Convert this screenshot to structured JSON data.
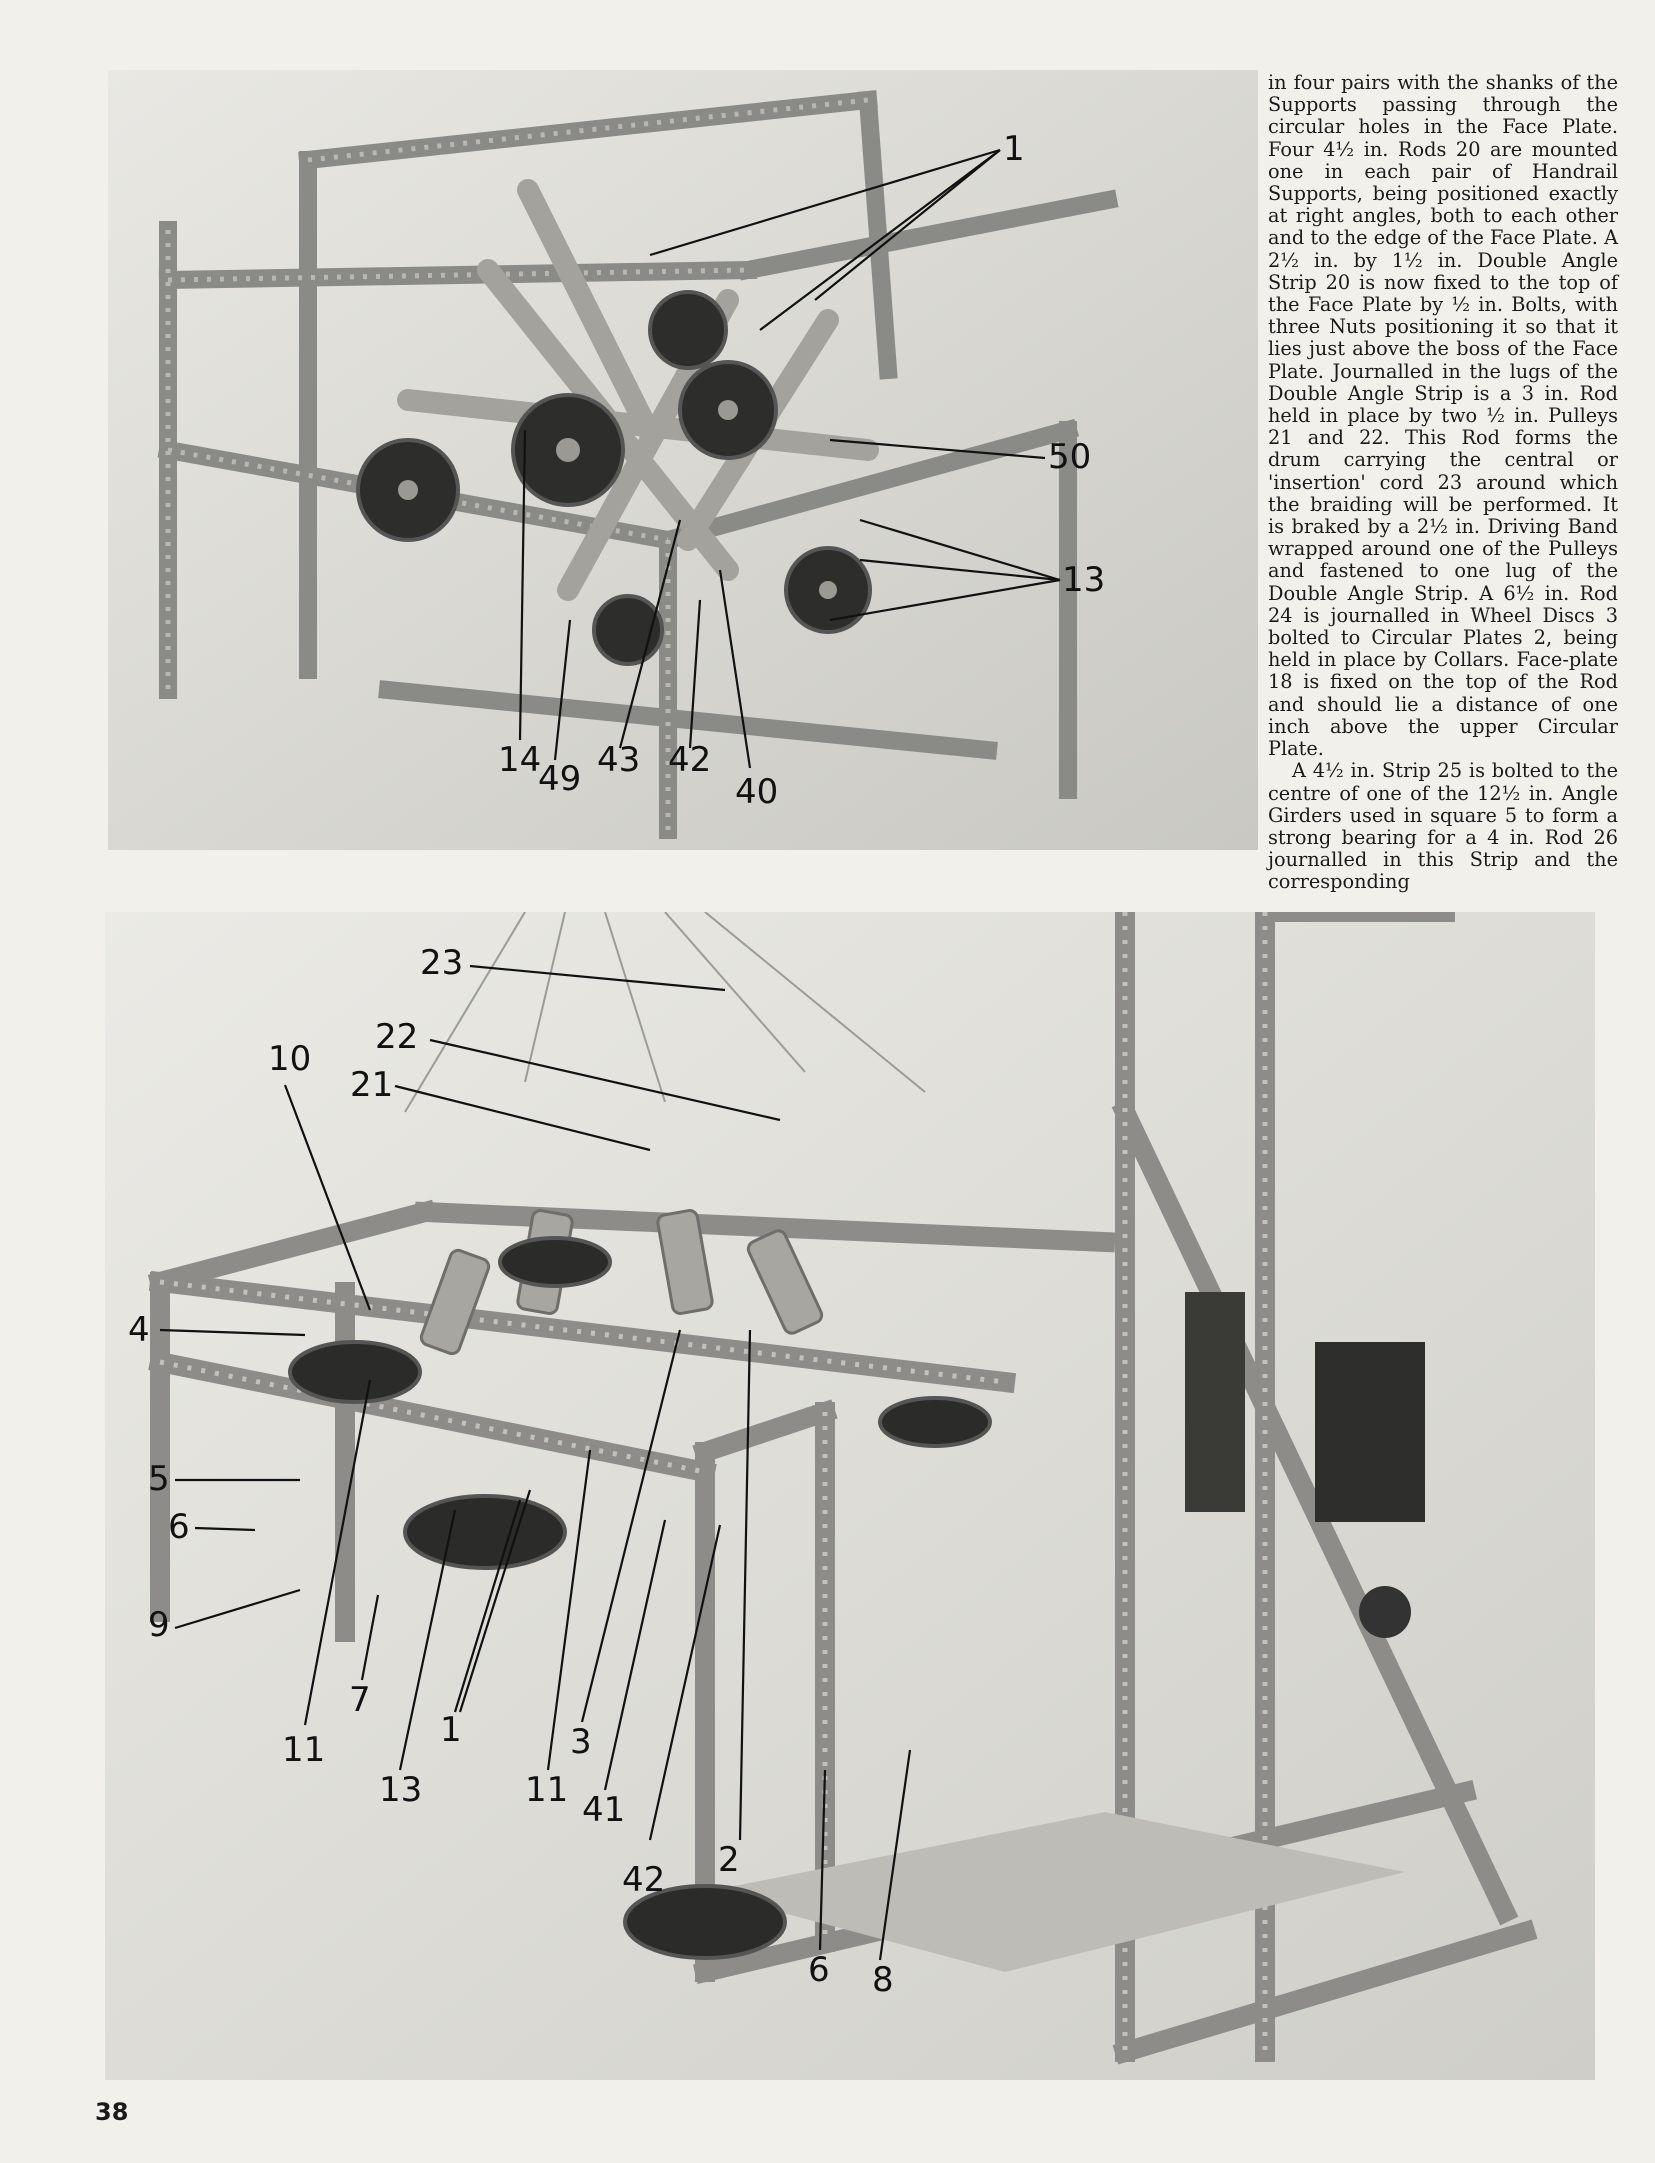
{
  "page": {
    "number": "38"
  },
  "text_column": {
    "paragraphs": [
      "in four pairs with the shanks of the Supports passing through the circular holes in the Face Plate. Four 4½ in. Rods 20 are mounted one in each pair of Handrail Supports, being positioned exactly at right angles, both to each other and to the edge of the Face Plate. A 2½ in. by 1½ in. Double Angle Strip 20 is now fixed to the top of the Face Plate by ½ in. Bolts, with three Nuts positioning it so that it lies just above the boss of the Face Plate. Journalled in the lugs of the Double Angle Strip is a 3 in. Rod held in place by two ½ in. Pulleys 21 and 22. This Rod forms the drum carrying the central or 'insertion' cord 23 around which the braiding will be performed. It is braked by a 2½ in. Driving Band wrapped around one of the Pulleys and fastened to one lug of the Double Angle Strip. A 6½ in. Rod 24 is journalled in Wheel Discs 3 bolted to Circular Plates 2, being held in place by Collars. Face-plate 18 is fixed on the top of the Rod and should lie a distance of one inch above the upper Circular Plate.",
      "A 4½ in. Strip 25 is bolted to the centre of one of the 12½ in. Angle Girders used in square 5 to form a strong bearing for a 4 in. Rod 26 journalled in this Strip and the corresponding"
    ]
  },
  "figure_top": {
    "callouts": [
      "1",
      "50",
      "13",
      "14",
      "49",
      "43",
      "42",
      "40"
    ]
  },
  "figure_bottom": {
    "callouts": [
      "23",
      "22",
      "21",
      "10",
      "4",
      "5",
      "6",
      "9",
      "11",
      "7",
      "13",
      "1",
      "11",
      "3",
      "41",
      "42",
      "2",
      "6",
      "8"
    ]
  }
}
